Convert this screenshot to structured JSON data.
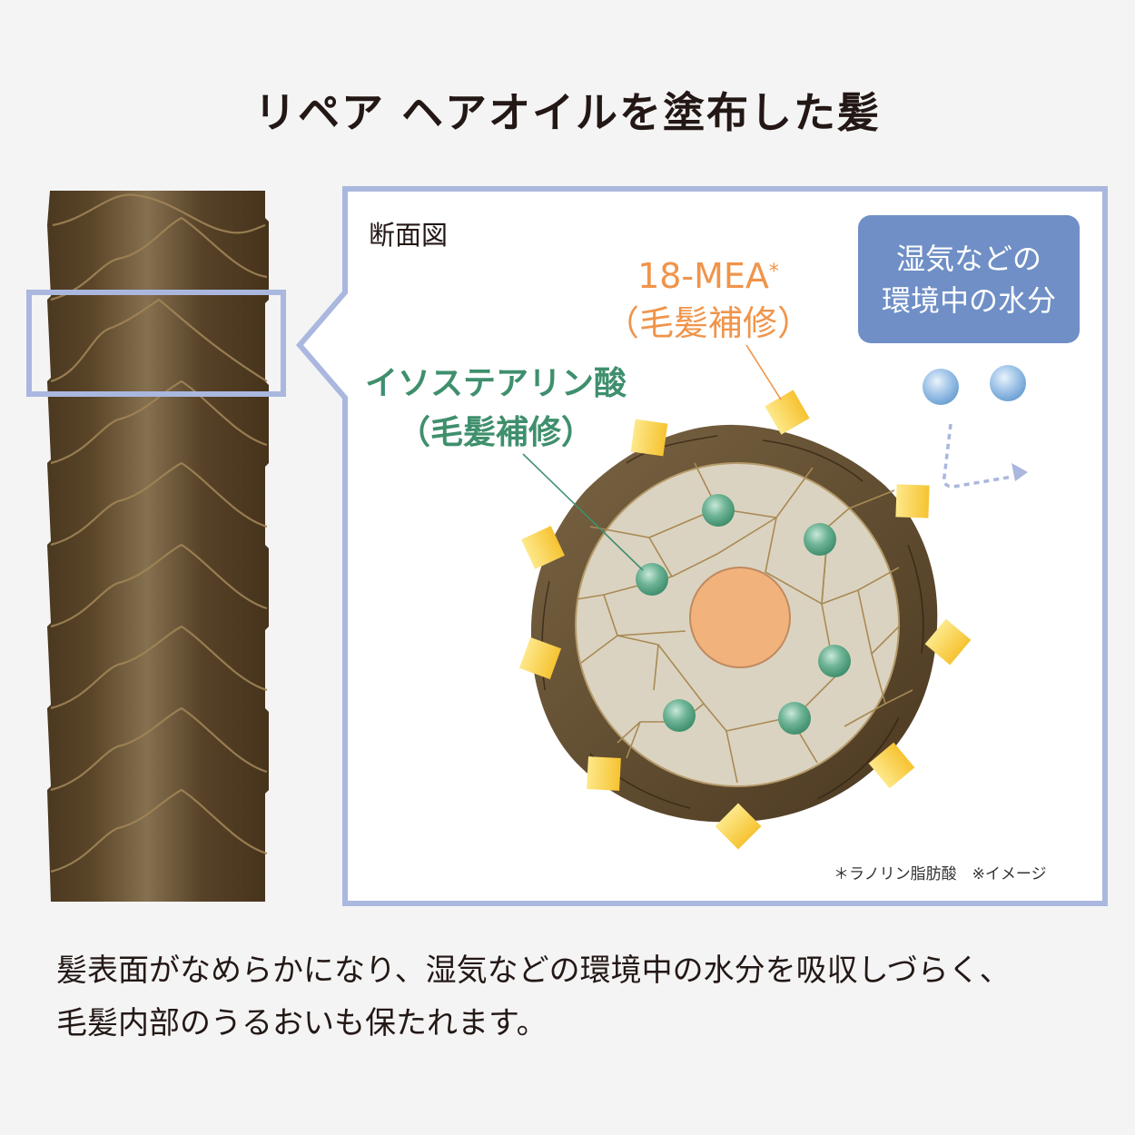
{
  "title": "リペア ヘアオイルを塗布した髪",
  "panel": {
    "section_label": "断面図",
    "mea": {
      "line1": "18-MEA",
      "asterisk": "*",
      "line2": "（毛髪補修）"
    },
    "isostearic": {
      "line1": "イソステアリン酸",
      "line2": "（毛髪補修）"
    },
    "moisture": {
      "line1": "湿気などの",
      "line2": "環境中の水分"
    },
    "footnote": "＊ラノリン脂肪酸　※イメージ"
  },
  "description": {
    "line1": "髪表面がなめらかになり、湿気などの環境中の水分を吸収しづらく、",
    "line2": "毛髪内部のうるおいも保たれます。"
  },
  "colors": {
    "background": "#f4f4f4",
    "panel_border": "#aab7de",
    "moisture_box": "#6f8fc6",
    "mea_text": "#f0944a",
    "iso_text": "#3f8f6d",
    "cuticle_dark": "#4a3820",
    "cortex": "#dbd3c1",
    "medulla": "#f2b27c",
    "oil_square": "#f9cc44"
  }
}
